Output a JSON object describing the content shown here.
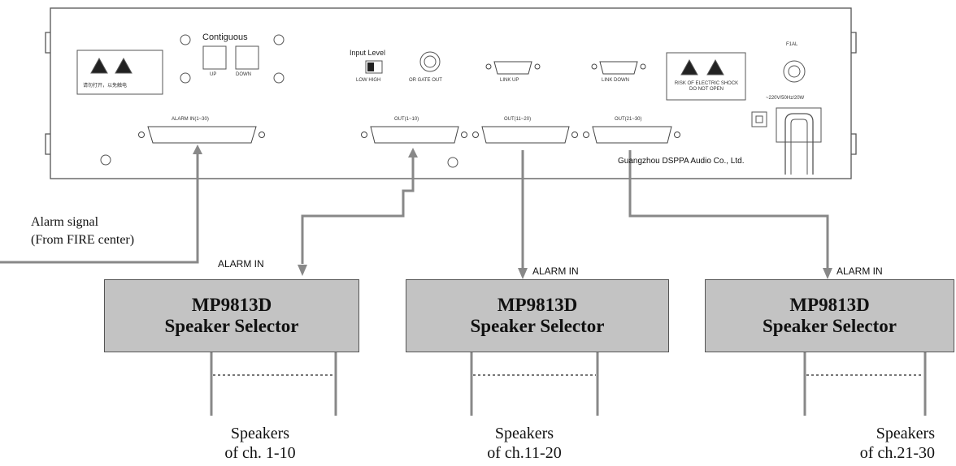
{
  "panel": {
    "contiguous_label": "Contiguous",
    "up_label": "UP",
    "down_label": "DOWN",
    "input_level_label": "Input Level",
    "low_high_label": "LOW HIGH",
    "gate_out_label": "OR GATE OUT",
    "link_up_label": "LINK UP",
    "link_down_label": "LINK DOWN",
    "fuse_label": "F1AL",
    "power_label": "~220V/50Hz/20W",
    "warning_cn": "请勿打开，以免触电",
    "warning_en": "RISK OF ELECTRIC SHOCK DO NOT OPEN",
    "alarm_in_connector": "ALARM IN(1~30)",
    "out1_connector": "OUT(1~10)",
    "out2_connector": "OUT(11~20)",
    "out3_connector": "OUT(21~30)",
    "company": "Guangzhou DSPPA Audio Co., Ltd."
  },
  "alarm_signal": {
    "line1": "Alarm signal",
    "line2": "(From FIRE center)"
  },
  "selectors": [
    {
      "alarm_in": "ALARM IN",
      "model": "MP9813D",
      "name": "Speaker Selector",
      "speakers_line1": "Speakers",
      "speakers_line2": "of ch. 1-10"
    },
    {
      "alarm_in": "ALARM IN",
      "model": "MP9813D",
      "name": "Speaker Selector",
      "speakers_line1": "Speakers",
      "speakers_line2": "of ch.11-20"
    },
    {
      "alarm_in": "ALARM IN",
      "model": "MP9813D",
      "name": "Speaker Selector",
      "speakers_line1": "Speakers",
      "speakers_line2": "of ch.21-30"
    }
  ],
  "colors": {
    "wire": "#888888",
    "box_fill": "#c3c3c3",
    "panel_line": "#555555"
  }
}
